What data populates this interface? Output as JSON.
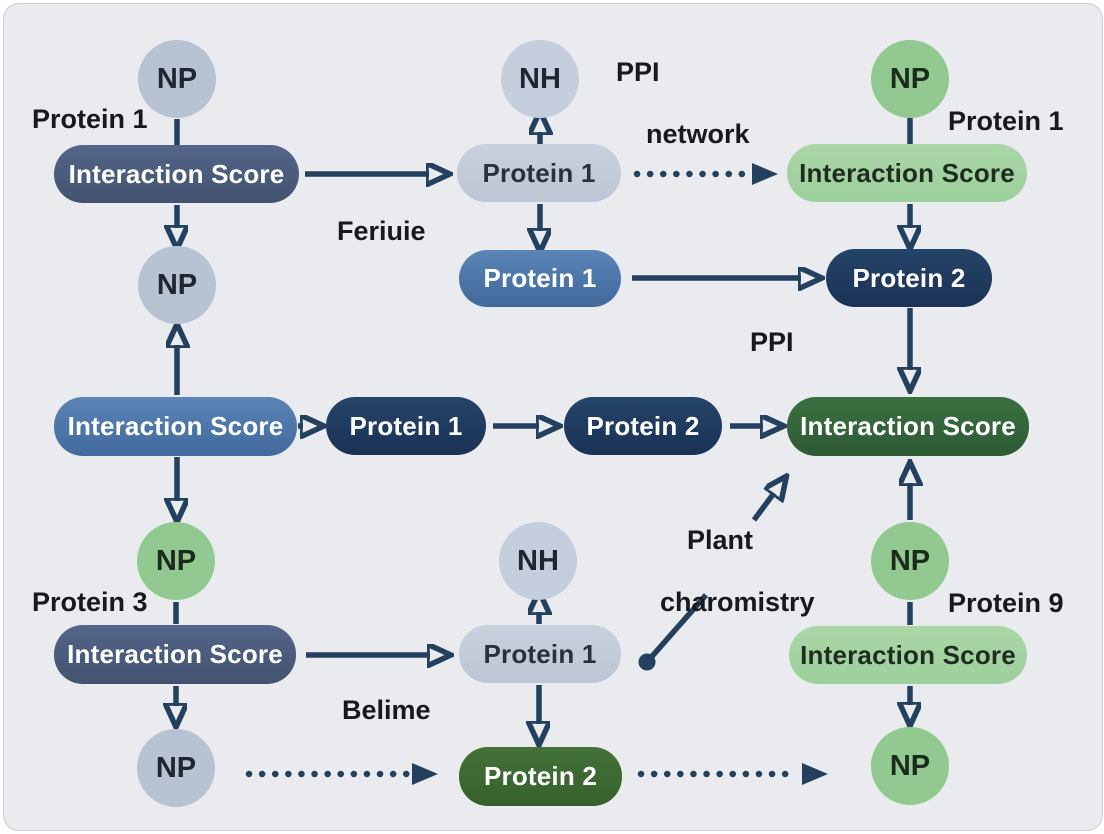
{
  "diagram_type": "protein-protein interaction (PPI) network flowchart",
  "labels": {
    "np": "NP",
    "nh": "NH",
    "interaction_score": "Interaction Score",
    "protein_1": "Protein 1",
    "protein_2": "Protein 2",
    "protein_3": "Protein 3",
    "protein_9": "Protein 9"
  },
  "annotations": {
    "ppi_network_line1": "PPI",
    "ppi_network_line2": "network",
    "feriuie": "Feriuie",
    "ppi": "PPI",
    "plant_line1": "Plant",
    "plant_line2": "charomistry",
    "belime": "Belime"
  },
  "colors": {
    "background": "#e9ebee",
    "arrow": "#24405f",
    "pill_slate": "#4a5c7d",
    "pill_blue": "#4d78ab",
    "pill_navy": "#1f3a5e",
    "pill_dark_green": "#356b3c",
    "pill_bottom_green": "#3c6b31",
    "pill_light_green": "#a6d3a2",
    "pill_light_gray": "#c3ccda",
    "circle_gray": "#b7c2d3",
    "circle_green": "#91c990",
    "label_text": "#17191c"
  },
  "edges": [
    {
      "from": "NP top-left",
      "to": "Interaction Score top-left",
      "style": "line"
    },
    {
      "from": "Interaction Score top-left",
      "to": "NP second-left",
      "style": "arrow-down"
    },
    {
      "from": "Interaction Score top-left",
      "to": "Protein 1 top-middle",
      "style": "arrow-right"
    },
    {
      "from": "Protein 1 top-middle",
      "to": "NH top-middle",
      "style": "arrow-up"
    },
    {
      "from": "Protein 1 top-middle",
      "to": "Protein 1 blue",
      "style": "arrow-down"
    },
    {
      "from": "Protein 1 top-middle",
      "to": "Interaction Score top-right",
      "style": "dotted-arrow"
    },
    {
      "from": "Protein 1 blue",
      "to": "Protein 2 top-right",
      "style": "arrow-right"
    },
    {
      "from": "NP top-right",
      "to": "Interaction Score top-right",
      "style": "line"
    },
    {
      "from": "Interaction Score top-right",
      "to": "Protein 2 top-right",
      "style": "arrow-down"
    },
    {
      "from": "Protein 2 top-right",
      "to": "Interaction Score dark-green",
      "style": "arrow-down"
    },
    {
      "from": "Interaction Score middle-left",
      "to": "NP second-left",
      "style": "arrow-up"
    },
    {
      "from": "Interaction Score middle-left",
      "to": "NP green-left",
      "style": "arrow-down"
    },
    {
      "from": "Interaction Score middle-left",
      "to": "Protein 1 middle",
      "style": "arrow-right"
    },
    {
      "from": "Protein 1 middle",
      "to": "Protein 2 middle",
      "style": "arrow-right"
    },
    {
      "from": "Protein 2 middle",
      "to": "Interaction Score dark-green",
      "style": "arrow-right"
    },
    {
      "from": "NP bottom-right-upper",
      "to": "Interaction Score dark-green",
      "style": "arrow-up"
    },
    {
      "from": "NP green-left",
      "to": "Interaction Score bottom-left",
      "style": "line"
    },
    {
      "from": "Interaction Score bottom-left",
      "to": "NP bottom-left",
      "style": "arrow-down"
    },
    {
      "from": "Interaction Score bottom-left",
      "to": "Protein 1 bottom-middle",
      "style": "arrow-right"
    },
    {
      "from": "Protein 1 bottom-middle",
      "to": "NH bottom-middle",
      "style": "arrow-up"
    },
    {
      "from": "Protein 1 bottom-middle",
      "to": "Protein 2 bottom-green",
      "style": "arrow-down"
    },
    {
      "from": "NP bottom-left",
      "to": "Protein 2 bottom-green",
      "style": "dotted-arrow"
    },
    {
      "from": "Protein 2 bottom-green",
      "to": "NP bottom-right",
      "style": "dotted-arrow"
    },
    {
      "from": "NP bottom-right-upper",
      "to": "Interaction Score bottom-right",
      "style": "line"
    },
    {
      "from": "Interaction Score bottom-right",
      "to": "NP bottom-right",
      "style": "arrow-down"
    },
    {
      "from": "Plant charomistry annotation",
      "to": "Interaction Score dark-green",
      "style": "broken-diagonal-arrow"
    }
  ]
}
